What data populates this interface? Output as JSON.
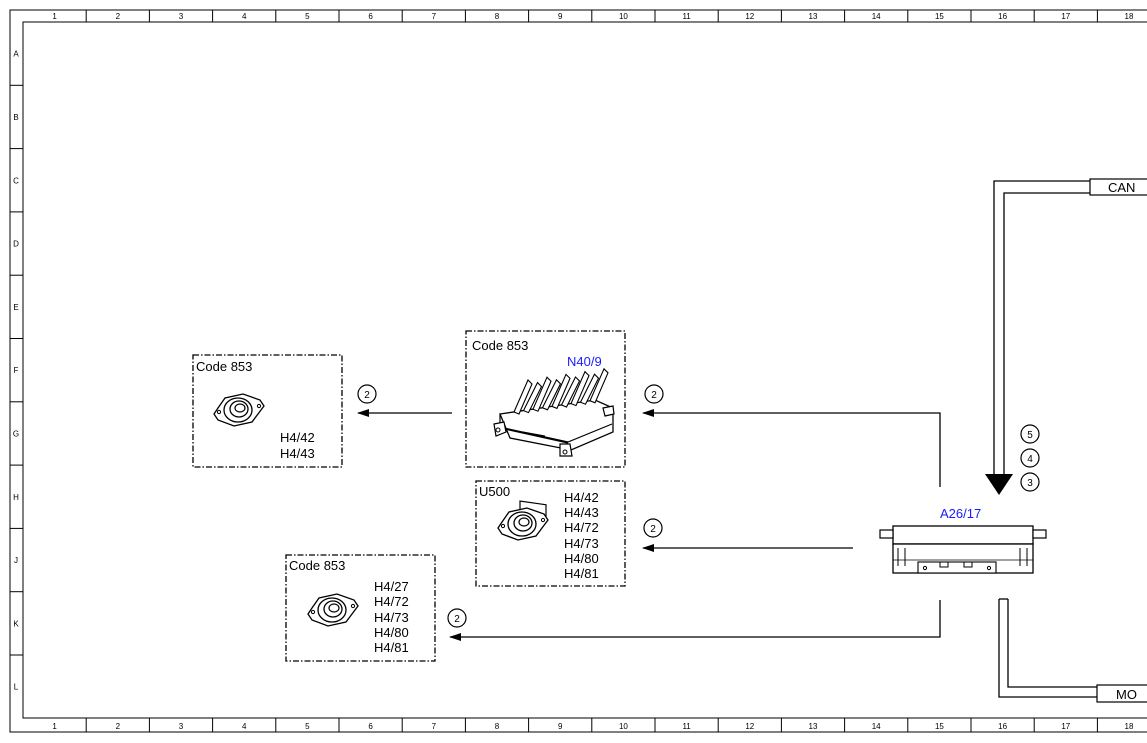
{
  "grid": {
    "columns": [
      "1",
      "2",
      "3",
      "4",
      "5",
      "6",
      "7",
      "8",
      "9",
      "10",
      "11",
      "12",
      "13",
      "14",
      "15",
      "16",
      "17",
      "18"
    ],
    "rows": [
      "A",
      "B",
      "C",
      "D",
      "E",
      "F",
      "G",
      "H",
      "J",
      "K",
      "L"
    ]
  },
  "components": {
    "box_left_top": {
      "title": "Code 853",
      "parts": [
        "H4/42",
        "H4/43"
      ]
    },
    "box_amp": {
      "title": "Code 853",
      "id": "N40/9"
    },
    "box_u500": {
      "title": "U500",
      "parts": [
        "H4/42",
        "H4/43",
        "H4/72",
        "H4/73",
        "H4/80",
        "H4/81"
      ]
    },
    "box_bottom": {
      "title": "Code 853",
      "parts": [
        "H4/27",
        "H4/72",
        "H4/73",
        "H4/80",
        "H4/81"
      ]
    },
    "radio": {
      "id": "A26/17"
    }
  },
  "connectors": {
    "can_label": "CAN",
    "most_label": "MO"
  },
  "markers": {
    "m_left_top": "2",
    "m_amp": "2",
    "m_u500": "2",
    "m_bottom": "2",
    "m_bus_5": "5",
    "m_bus_4": "4",
    "m_bus_3": "3"
  },
  "colors": {
    "line": "#000000",
    "id_label": "#1a1aff"
  }
}
